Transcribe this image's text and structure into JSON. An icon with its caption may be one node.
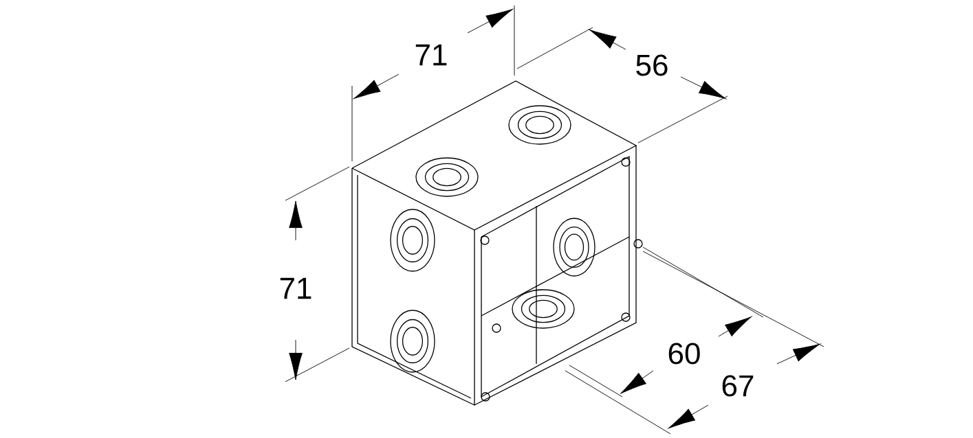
{
  "diagram": {
    "labels": [
      "71",
      "56",
      "71",
      "60",
      "67"
    ]
  }
}
